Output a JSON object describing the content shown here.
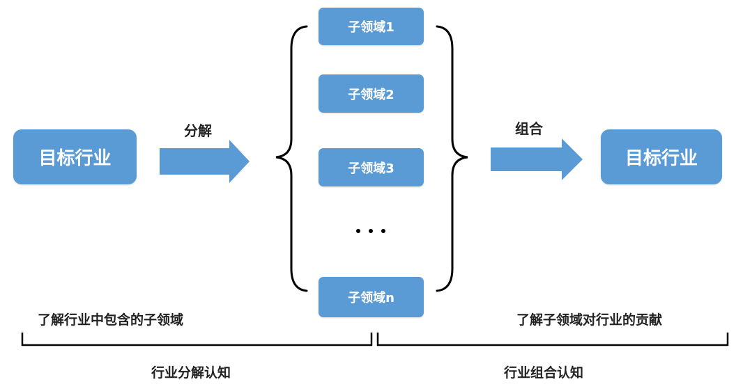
{
  "left_box": {
    "label": "目标行业"
  },
  "right_box": {
    "label": "目标行业"
  },
  "decompose_label": "分解",
  "combine_label": "组合",
  "sub_domains": [
    "子领域1",
    "子领域2",
    "子领域3",
    "子领域n"
  ],
  "ellipsis": "…",
  "left_caption": "了解行业中包含的子领域",
  "right_caption": "了解子领域对行业的贡献",
  "left_bottom": "行业分解认知",
  "right_bottom": "行业组合认知",
  "colors": {
    "box_fill": "#5b9bd5",
    "box_text": "#ffffff",
    "text": "#222222",
    "line": "#000000"
  }
}
